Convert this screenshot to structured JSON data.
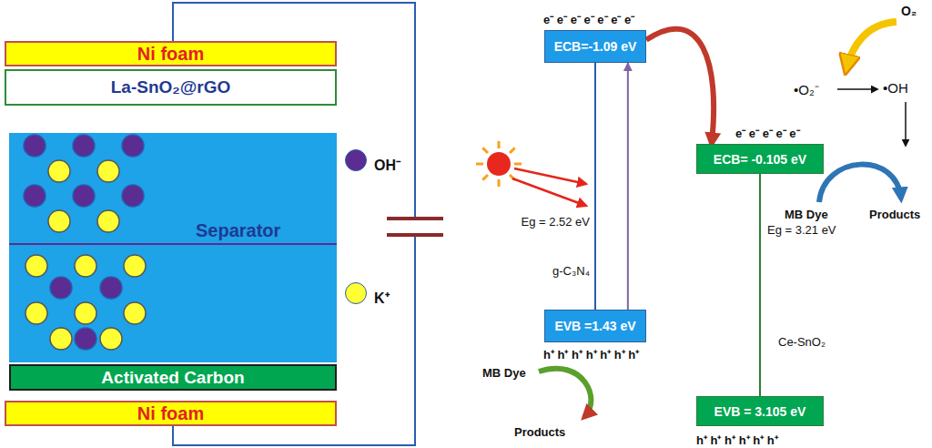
{
  "diagram": {
    "nodes": [
      {
        "text": [
          "Ni foam"
        ]
      },
      {
        "text": [
          "La-SnO₂@rGO"
        ]
      },
      {
        "text": [
          "Separator"
        ]
      },
      {
        "text": [
          "Activated Carbon"
        ]
      },
      {
        "text": [
          "Ni foam"
        ]
      },
      {
        "text": [
          "ECB=-1.09 eV"
        ]
      },
      {
        "text": [
          "EVB =1.43 eV"
        ]
      },
      {
        "text": [
          "ECB= -0.105 eV"
        ]
      },
      {
        "text": [
          "EVB = 3.105 eV"
        ]
      }
    ],
    "edges": [
      {
        "from": 5,
        "to": 7,
        "arrow": "to"
      },
      {
        "from": 6,
        "to": 5,
        "arrow": "to"
      },
      {
        "from": 5,
        "to": 6,
        "arrow": "none"
      },
      {
        "from": 7,
        "to": 8,
        "arrow": "none"
      }
    ],
    "labels": [
      "e⁻ e⁻ e⁻ e⁻ e⁻ e⁻ e⁻",
      "Eg = 2.52 eV",
      "g-C₃N₄",
      "h⁺ h⁺ h⁺ h⁺ h⁺ h⁺ h⁺",
      "MB Dye",
      "Products",
      "O₂",
      "•O₂⁻",
      "•OH",
      "e⁻ e⁻ e⁻ e⁻ e⁻",
      "Eg = 3.21 eV",
      "Ce-SnO₂",
      "h⁺ h⁺ h⁺ h⁺ h⁺ h⁺",
      "MB Dye",
      "Products"
    ],
    "legend": [
      {
        "text": "OH⁻",
        "color": "#5b2c91"
      },
      {
        "text": "K⁺",
        "color": "#ffff33"
      }
    ]
  }
}
